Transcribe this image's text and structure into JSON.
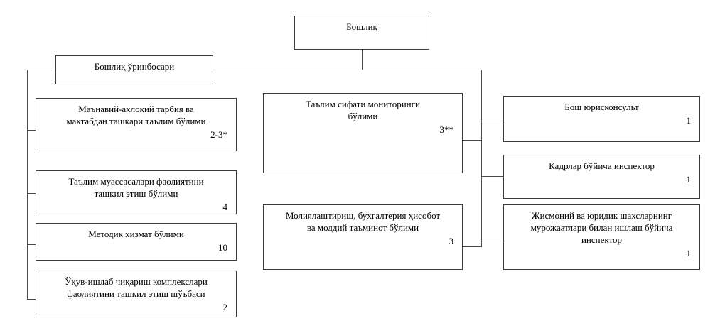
{
  "diagram": {
    "title": "Organizational structure chart",
    "language": "uz-Cyrl",
    "line_color": "#4a4a4a",
    "box_border_color": "#3a3a3a",
    "background": "#ffffff"
  },
  "nodes": {
    "head": {
      "label": "Бошлиқ",
      "count": ""
    },
    "deputy": {
      "label": "Бошлиқ ўринбосари",
      "count": ""
    },
    "left": [
      {
        "label": "Маънавий-ахлоқий тарбия ва\nмактабдан ташқари таълим бўлими",
        "count": "2-3*"
      },
      {
        "label": "Таълим муассасалари фаолиятини\nташкил этиш бўлими",
        "count": "4"
      },
      {
        "label": "Методик хизмат бўлими",
        "count": "10"
      },
      {
        "label": "Ўқув-ишлаб чиқариш комплекслари\nфаолиятини ташкил этиш шўъбаси",
        "count": "2"
      }
    ],
    "middle": [
      {
        "label": "Таълим сифати мониторинги\nбўлими",
        "count": "3**"
      },
      {
        "label": "Молиялаштириш, бухгалтерия ҳисобот\nва моддий таъминот бўлими",
        "count": "3"
      }
    ],
    "right": [
      {
        "label": "Бош юрисконсульт",
        "count": "1"
      },
      {
        "label": "Кадрлар бўйича инспектор",
        "count": "1"
      },
      {
        "label": "Жисмоний ва юридик шахсларнинг\nмурожаатлари билан ишлаш бўйича\nинспектор",
        "count": "1"
      }
    ]
  }
}
